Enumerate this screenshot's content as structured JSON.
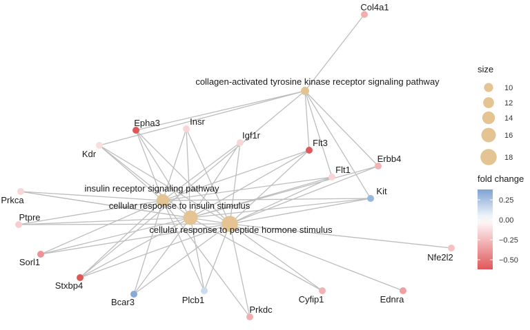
{
  "network": {
    "category_color": "#e5c494",
    "categories": [
      {
        "id": "collagen",
        "label": "collagen-activated tyrosine kinase receptor signaling pathway",
        "size": 9
      },
      {
        "id": "insulin_rec",
        "label": "insulin receptor signaling pathway",
        "size": 14
      },
      {
        "id": "cell_insulin",
        "label": "cellular response to insulin stimulus",
        "size": 16
      },
      {
        "id": "cell_peptide",
        "label": "cellular response to peptide hormone stimulus",
        "size": 18
      }
    ],
    "genes": [
      {
        "id": "Col4a1",
        "label": "Col4a1",
        "fold_change": -0.3
      },
      {
        "id": "Epha3",
        "label": "Epha3",
        "fold_change": -0.62
      },
      {
        "id": "Insr",
        "label": "Insr",
        "fold_change": -0.15
      },
      {
        "id": "Igf1r",
        "label": "Igf1r",
        "fold_change": -0.15
      },
      {
        "id": "Flt3",
        "label": "Flt3",
        "fold_change": -0.62
      },
      {
        "id": "Kdr",
        "label": "Kdr",
        "fold_change": -0.12
      },
      {
        "id": "Erbb4",
        "label": "Erbb4",
        "fold_change": -0.28
      },
      {
        "id": "Flt1",
        "label": "Flt1",
        "fold_change": -0.15
      },
      {
        "id": "Prkca",
        "label": "Prkca",
        "fold_change": -0.15
      },
      {
        "id": "Kit",
        "label": "Kit",
        "fold_change": 0.3
      },
      {
        "id": "Ptpre",
        "label": "Ptpre",
        "fold_change": -0.18
      },
      {
        "id": "Nfe2l2",
        "label": "Nfe2l2",
        "fold_change": -0.22
      },
      {
        "id": "Sorl1",
        "label": "Sorl1",
        "fold_change": -0.4
      },
      {
        "id": "Stxbp4",
        "label": "Stxbp4",
        "fold_change": -0.62
      },
      {
        "id": "Bcar3",
        "label": "Bcar3",
        "fold_change": 0.35
      },
      {
        "id": "Plcb1",
        "label": "Plcb1",
        "fold_change": 0.15
      },
      {
        "id": "Prkdc",
        "label": "Prkdc",
        "fold_change": -0.3
      },
      {
        "id": "Cyfip1",
        "label": "Cyfip1",
        "fold_change": -0.28
      },
      {
        "id": "Ednra",
        "label": "Ednra",
        "fold_change": -0.35
      }
    ],
    "edges": [
      [
        "collagen",
        "Col4a1"
      ],
      [
        "collagen",
        "Epha3"
      ],
      [
        "collagen",
        "Kdr"
      ],
      [
        "collagen",
        "Flt3"
      ],
      [
        "collagen",
        "Erbb4"
      ],
      [
        "collagen",
        "Flt1"
      ],
      [
        "collagen",
        "Kit"
      ],
      [
        "collagen",
        "Stxbp4"
      ],
      [
        "insulin_rec",
        "Epha3"
      ],
      [
        "insulin_rec",
        "Insr"
      ],
      [
        "insulin_rec",
        "Igf1r"
      ],
      [
        "insulin_rec",
        "Kdr"
      ],
      [
        "insulin_rec",
        "Prkca"
      ],
      [
        "insulin_rec",
        "Flt1"
      ],
      [
        "insulin_rec",
        "Kit"
      ],
      [
        "insulin_rec",
        "Ptpre"
      ],
      [
        "insulin_rec",
        "Sorl1"
      ],
      [
        "insulin_rec",
        "Stxbp4"
      ],
      [
        "insulin_rec",
        "Bcar3"
      ],
      [
        "insulin_rec",
        "Plcb1"
      ],
      [
        "insulin_rec",
        "Prkdc"
      ],
      [
        "insulin_rec",
        "Flt3"
      ],
      [
        "cell_insulin",
        "Epha3"
      ],
      [
        "cell_insulin",
        "Insr"
      ],
      [
        "cell_insulin",
        "Igf1r"
      ],
      [
        "cell_insulin",
        "Kdr"
      ],
      [
        "cell_insulin",
        "Prkca"
      ],
      [
        "cell_insulin",
        "Flt1"
      ],
      [
        "cell_insulin",
        "Erbb4"
      ],
      [
        "cell_insulin",
        "Kit"
      ],
      [
        "cell_insulin",
        "Ptpre"
      ],
      [
        "cell_insulin",
        "Sorl1"
      ],
      [
        "cell_insulin",
        "Stxbp4"
      ],
      [
        "cell_insulin",
        "Bcar3"
      ],
      [
        "cell_insulin",
        "Plcb1"
      ],
      [
        "cell_insulin",
        "Cyfip1"
      ],
      [
        "cell_insulin",
        "Flt3"
      ],
      [
        "cell_peptide",
        "Epha3"
      ],
      [
        "cell_peptide",
        "Insr"
      ],
      [
        "cell_peptide",
        "Igf1r"
      ],
      [
        "cell_peptide",
        "Kdr"
      ],
      [
        "cell_peptide",
        "Prkca"
      ],
      [
        "cell_peptide",
        "Flt1"
      ],
      [
        "cell_peptide",
        "Erbb4"
      ],
      [
        "cell_peptide",
        "Kit"
      ],
      [
        "cell_peptide",
        "Ptpre"
      ],
      [
        "cell_peptide",
        "Nfe2l2"
      ],
      [
        "cell_peptide",
        "Sorl1"
      ],
      [
        "cell_peptide",
        "Stxbp4"
      ],
      [
        "cell_peptide",
        "Bcar3"
      ],
      [
        "cell_peptide",
        "Plcb1"
      ],
      [
        "cell_peptide",
        "Prkdc"
      ],
      [
        "cell_peptide",
        "Cyfip1"
      ],
      [
        "cell_peptide",
        "Ednra"
      ],
      [
        "cell_peptide",
        "Flt3"
      ]
    ]
  },
  "legend": {
    "size_title": "size",
    "size_values": [
      10,
      12,
      14,
      16,
      18
    ],
    "fold_title": "fold change",
    "fold_ticks": [
      {
        "value": 0.25,
        "label": "0.25"
      },
      {
        "value": 0.0,
        "label": "0.00"
      },
      {
        "value": -0.25,
        "label": "−0.25"
      },
      {
        "value": -0.5,
        "label": "−0.50"
      }
    ],
    "fold_range": [
      -0.62,
      0.38
    ],
    "colors": {
      "low": "#e0575a",
      "mid": "#ffffff",
      "high": "#7ea3d4"
    }
  }
}
